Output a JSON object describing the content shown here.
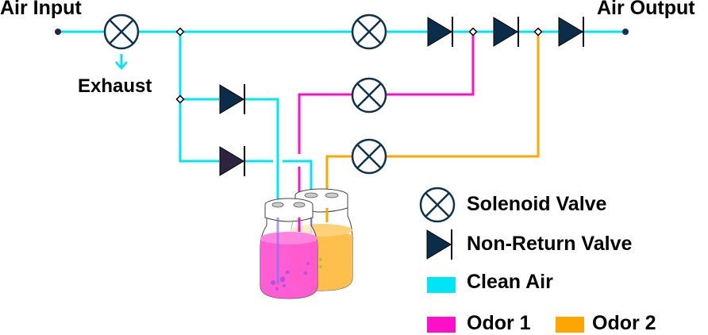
{
  "diagram": {
    "title_labels": {
      "air_input": "Air Input",
      "air_output": "Air Output",
      "exhaust": "Exhaust"
    },
    "colors": {
      "clean_air": "#00e5f5",
      "odor1": "#ff10c8",
      "odor2": "#ffa500",
      "valve_stroke": "#0f3250",
      "nrv_fill": "#0c2d4a",
      "nrv_fill_alt": "#2e2440",
      "jar_odor1": "#ff4fd0",
      "jar_odor2": "#ffbf4d"
    },
    "components": {
      "solenoid_valves": [
        "inlet-exhaust-valve",
        "clean-air-bypass-valve",
        "odor1-valve",
        "odor2-valve"
      ],
      "non_return_valves": [
        "branch1-nrv",
        "branch2-nrv",
        "main-nrv-1",
        "main-nrv-2",
        "main-nrv-3"
      ],
      "jars": [
        "odor1-jar",
        "odor2-jar"
      ]
    }
  },
  "legend": {
    "solenoid_valve": "Solenoid Valve",
    "non_return_valve": "Non-Return Valve",
    "clean_air": "Clean Air",
    "odor1": "Odor 1",
    "odor2": "Odor 2"
  }
}
